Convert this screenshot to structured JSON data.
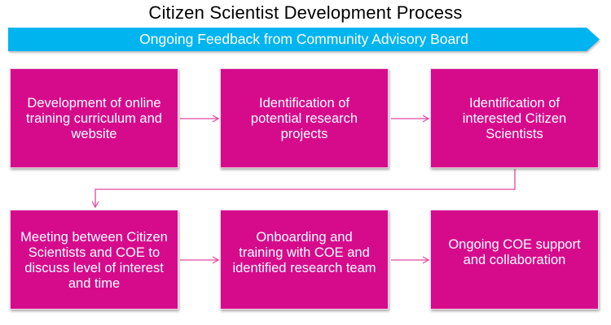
{
  "title": "Citizen Scientist Development Process",
  "banner": {
    "label": "Ongoing Feedback from Community Advisory Board",
    "color": "#00b4ef"
  },
  "colors": {
    "box": "#d60b8c",
    "connector": "#e0479f",
    "text": "#ffffff"
  },
  "steps": [
    {
      "label": "Development of online training curriculum and website"
    },
    {
      "label": "Identification of potential research projects"
    },
    {
      "label": "Identification of interested Citizen Scientists"
    },
    {
      "label": "Meeting between Citizen Scientists and COE to discuss level of interest and time"
    },
    {
      "label": "Onboarding and training with COE and identified research team"
    },
    {
      "label": "Ongoing COE support and collaboration"
    }
  ]
}
